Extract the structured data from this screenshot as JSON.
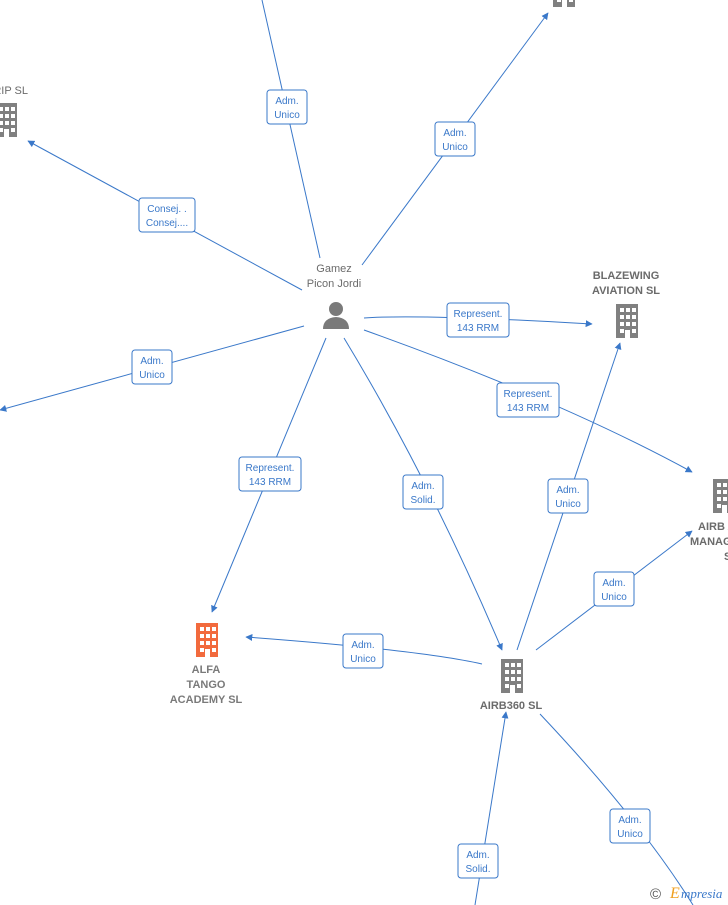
{
  "colors": {
    "edge": "#3a78c9",
    "building": "#808080",
    "building_highlight": "#f26a3d",
    "person": "#7a7a7a"
  },
  "nodes": {
    "person": {
      "label_lines": [
        "Gamez",
        "Picon Jordi"
      ],
      "icon": "person-icon"
    },
    "rip": {
      "label_lines": [
        "RIP SL"
      ],
      "icon": "building-icon"
    },
    "top_right": {
      "label_lines": [],
      "icon": "building-icon"
    },
    "blazewing": {
      "label_lines": [
        "BLAZEWING",
        "AVIATION  SL"
      ],
      "icon": "building-icon"
    },
    "airb_mgmt": {
      "label_lines": [
        "AIRB A",
        "MANAG",
        "S"
      ],
      "icon": "building-icon"
    },
    "alfa": {
      "label_lines": [
        "ALFA",
        "TANGO",
        "ACADEMY  SL"
      ],
      "icon": "building-icon"
    },
    "airb360": {
      "label_lines": [
        "AIRB360  SL"
      ],
      "icon": "building-icon"
    }
  },
  "edges": [
    {
      "id": "top-left",
      "label_lines": [
        "Adm.",
        "Unico"
      ]
    },
    {
      "id": "top-right",
      "label_lines": [
        "Adm.",
        "Unico"
      ]
    },
    {
      "id": "rip",
      "label_lines": [
        "Consej. .",
        "Consej...."
      ]
    },
    {
      "id": "blazewing",
      "label_lines": [
        "Represent.",
        "143 RRM"
      ]
    },
    {
      "id": "left",
      "label_lines": [
        "Adm.",
        "Unico"
      ]
    },
    {
      "id": "airb-mgmt-person",
      "label_lines": [
        "Represent.",
        "143 RRM"
      ]
    },
    {
      "id": "alfa-person",
      "label_lines": [
        "Represent.",
        "143 RRM"
      ]
    },
    {
      "id": "airb360-person",
      "label_lines": [
        "Adm.",
        "Solid."
      ]
    },
    {
      "id": "airb360-blazewing",
      "label_lines": [
        "Adm.",
        "Unico"
      ]
    },
    {
      "id": "airb360-airbmgmt",
      "label_lines": [
        "Adm.",
        "Unico"
      ]
    },
    {
      "id": "airb360-alfa",
      "label_lines": [
        "Adm.",
        "Unico"
      ]
    },
    {
      "id": "bottom-right",
      "label_lines": [
        "Adm.",
        "Unico"
      ]
    },
    {
      "id": "bottom-left",
      "label_lines": [
        "Adm.",
        "Solid."
      ]
    }
  ],
  "watermark": {
    "symbol": "©",
    "text": "mpresia",
    "initial": "E"
  }
}
